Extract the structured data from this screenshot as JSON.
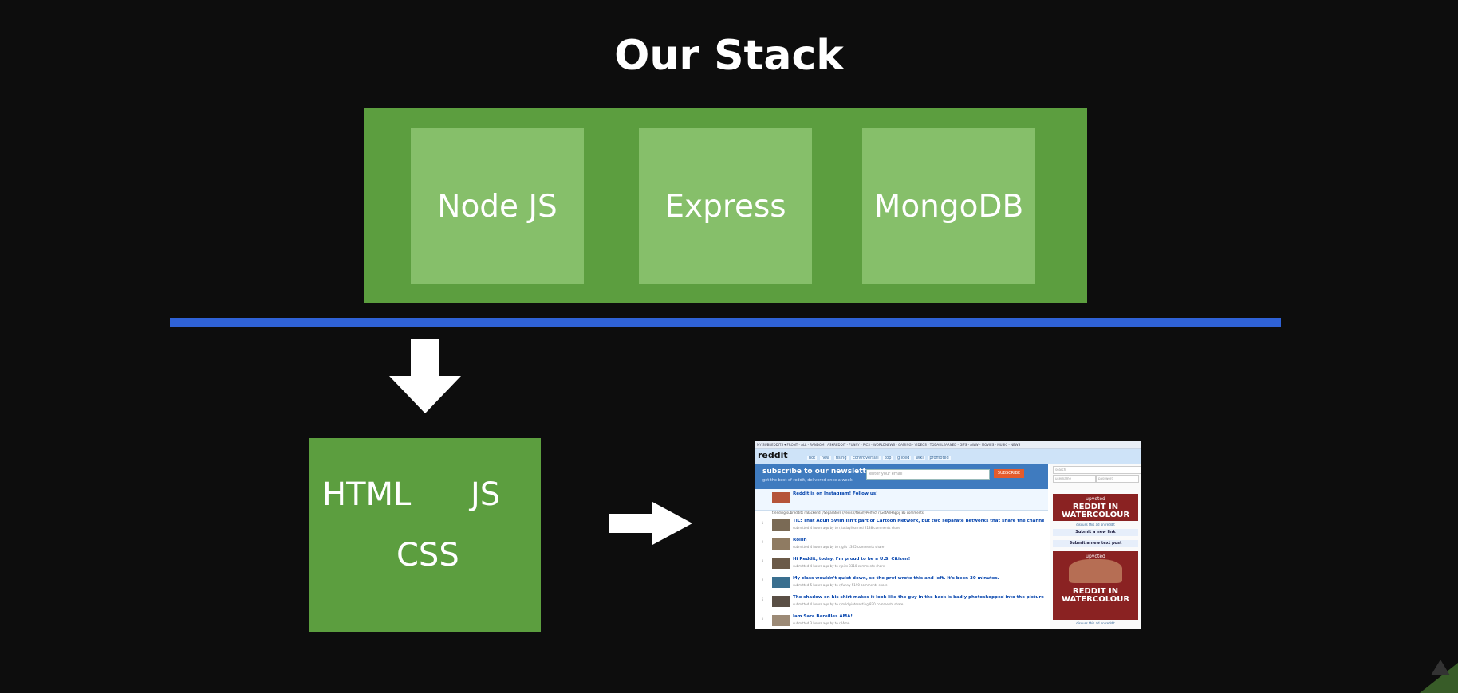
{
  "title": "Our Stack",
  "server": {
    "items": [
      "Node JS",
      "Express",
      "MongoDB"
    ]
  },
  "client": {
    "html": "HTML",
    "js": "JS",
    "css": "CSS"
  },
  "screenshot": {
    "topbar": "MY SUBREDDITS ▾  FRONT - ALL - RANDOM | ASKREDDIT - FUNNY - PICS - WORLDNEWS - GAMING - VIDEOS - TODAYILEARNED - GIFS - AWW - MOVIES - MUSIC - NEWS",
    "logo": "reddit",
    "sort_tabs": [
      "hot",
      "new",
      "rising",
      "controversial",
      "top",
      "gilded",
      "wiki",
      "promoted"
    ],
    "newsletter_title": "subscribe to our newsletter",
    "newsletter_sub": "get the best of reddit, delivered once a week",
    "email_placeholder": "enter your email",
    "subscribe_label": "SUBSCRIBE",
    "search_placeholder": "search",
    "username_placeholder": "username",
    "password_placeholder": "password",
    "promo_title": "Reddit is on Instagram! Follow us!",
    "trending": "trending subreddits  r/Backend  r/Separators  r/redis  r/NearlyPerfect  r/GetAllHappy   85 comments",
    "ad_brand": "upvoted",
    "ad_text": "REDDIT IN WATERCOLOUR",
    "discuss_label": "discuss this ad on reddit",
    "submit_link": "Submit a new link",
    "submit_text": "Submit a new text post",
    "posts": [
      {
        "rank": "1",
        "title": "TIL: That Adult Swim isn't part of Cartoon Network, but two separate networks that share the channel space.",
        "meta": "submitted 4 hours ago by  to r/todayilearned   2188 comments  share"
      },
      {
        "rank": "2",
        "title": "Rollin",
        "meta": "submitted 4 hours ago by  to r/gifs   1365 comments  share"
      },
      {
        "rank": "3",
        "title": "Hi Reddit, today, I'm proud to be a U.S. Citizen!",
        "meta": "submitted 4 hours ago by  to r/pics   3310 comments  share"
      },
      {
        "rank": "4",
        "title": "My class wouldn't quiet down, so the prof wrote this and left. It's been 30 minutes.",
        "meta": "submitted 5 hours ago by  to r/funny   5190 comments  share"
      },
      {
        "rank": "5",
        "title": "The shadow on his shirt makes it look like the guy in the back is badly photoshopped into the picture.",
        "meta": "submitted 4 hours ago by  to r/mildlyinteresting   870 comments  share"
      },
      {
        "rank": "6",
        "title": "Iam Sara Bareilles AMA!",
        "meta": "submitted 3 hours ago by  to r/IAmA"
      }
    ]
  }
}
